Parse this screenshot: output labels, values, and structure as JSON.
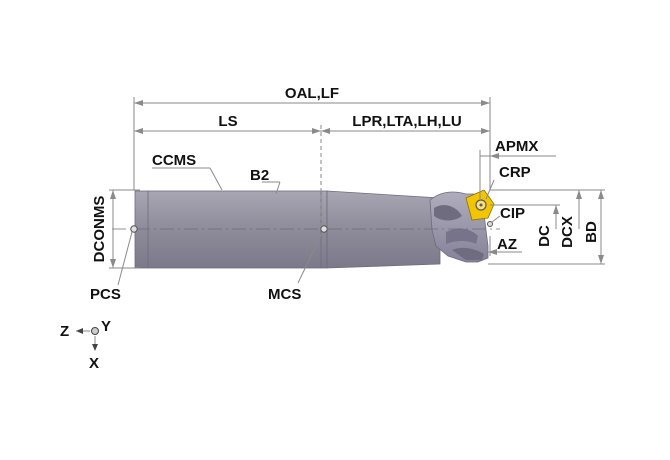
{
  "labels": {
    "oal": "OAL,LF",
    "ls": "LS",
    "lpr": "LPR,LTA,LH,LU",
    "apmx": "APMX",
    "dconms": "DCONMS",
    "ccms": "CCMS",
    "b2": "B2",
    "crp": "CRP",
    "cip": "CIP",
    "az": "AZ",
    "dc": "DC",
    "dcx": "DCX",
    "bd": "BD",
    "pcs": "PCS",
    "mcs": "MCS"
  },
  "axes": {
    "z": "Z",
    "y": "Y",
    "x": "X"
  },
  "colors": {
    "shank": "#8e8b9a",
    "head": "#9794a3",
    "insert": "#f2c500",
    "dimension": "#8a8a8a",
    "text": "#111111"
  }
}
